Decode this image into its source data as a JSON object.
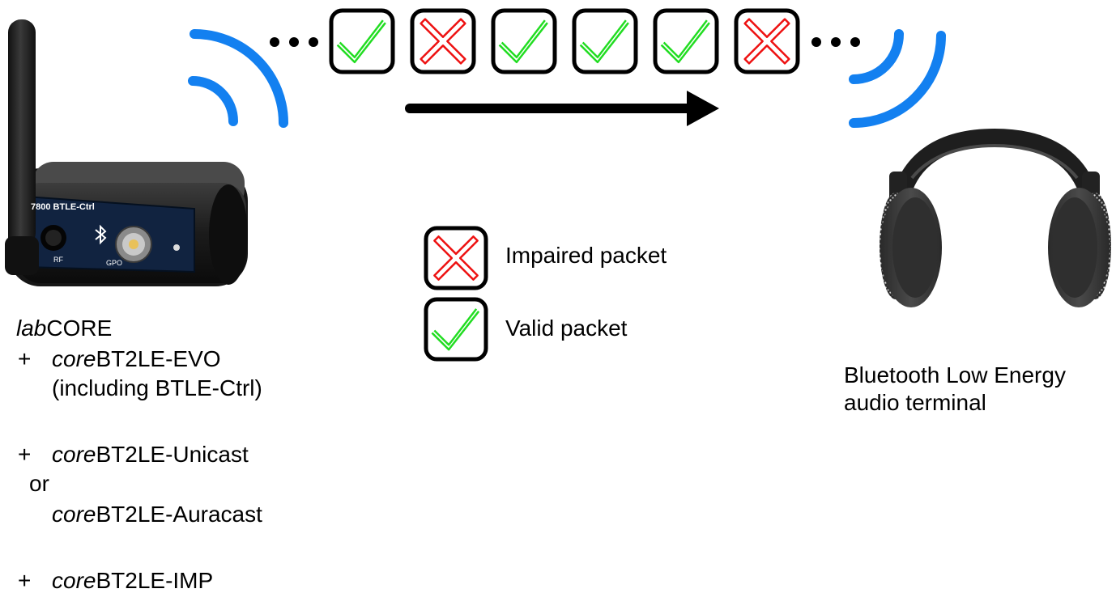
{
  "packet_sequence": [
    "valid",
    "impaired",
    "valid",
    "valid",
    "valid",
    "impaired"
  ],
  "colors": {
    "signal_wave": "#1380f0",
    "valid_check": "#22dd22",
    "impaired_cross": "#ee1111",
    "frame": "#000000"
  },
  "icons": {
    "valid": "check-icon",
    "impaired": "cross-icon",
    "source_device": "bluetooth-transmitter-device",
    "terminal": "headphones-icon",
    "flow": "arrow-right-icon",
    "wave": "signal-wave-icon"
  },
  "device": {
    "panel_model": "7800 BTLE-Ctrl",
    "rf_label": "RF",
    "gpo_label": "GPO"
  },
  "legend": {
    "impaired": "Impaired packet",
    "valid": "Valid packet"
  },
  "left_list": {
    "title_italic": "lab",
    "title_rest": "CORE",
    "plus": "+",
    "item1_italic": "core",
    "item1_rest": "BT2LE-EVO",
    "item1_sub": "(including BTLE-Ctrl)",
    "item2_italic": "core",
    "item2_rest": "BT2LE-Unicast",
    "or_text": "or",
    "item3_italic": "core",
    "item3_rest": "BT2LE-Auracast",
    "item4_italic": "core",
    "item4_rest": "BT2LE-IMP"
  },
  "right_label": {
    "line1": "Bluetooth Low Energy",
    "line2": "audio terminal"
  }
}
